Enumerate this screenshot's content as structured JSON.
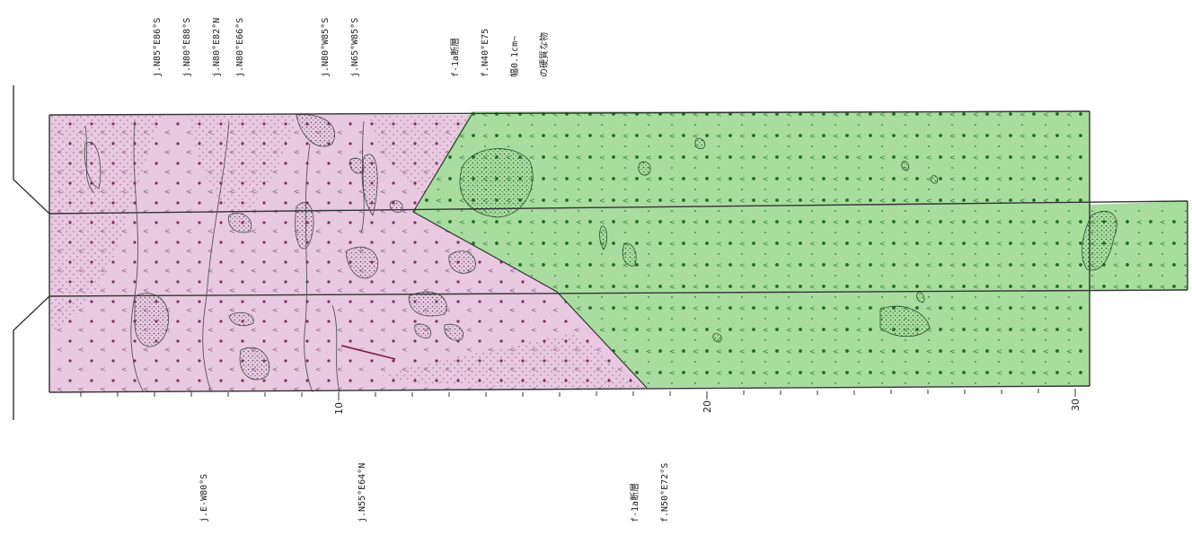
{
  "top_annotations": [
    {
      "id": "top-group-1",
      "lines": [
        "j.N85°E86°S",
        "j.N80°E88°S",
        "j.N80°E82°N"
      ]
    },
    {
      "id": "top-group-2",
      "lines": [
        "j.N80°E66°S"
      ]
    },
    {
      "id": "top-group-3",
      "lines": [
        "j.N80°W85°S",
        "j.N65°W85°S"
      ]
    },
    {
      "id": "top-fault",
      "lines": [
        "f-1a断層",
        "f.N40°E75",
        "幅0.1cm~",
        "の硬質な物"
      ]
    }
  ],
  "bottom_annotations": [
    {
      "id": "bottom-1",
      "lines": [
        "j.E-W80°S"
      ]
    },
    {
      "id": "bottom-2",
      "lines": [
        "j.N55°E64°N"
      ]
    },
    {
      "id": "bottom-fault",
      "lines": [
        "f-1a断層",
        "f.N50°E72°S"
      ]
    }
  ],
  "scale": {
    "labels": [
      "10",
      "20",
      "30"
    ]
  },
  "colors": {
    "pink_unit": "#e8c9e0",
    "green_unit": "#a9dda0",
    "outline": "#333333"
  }
}
